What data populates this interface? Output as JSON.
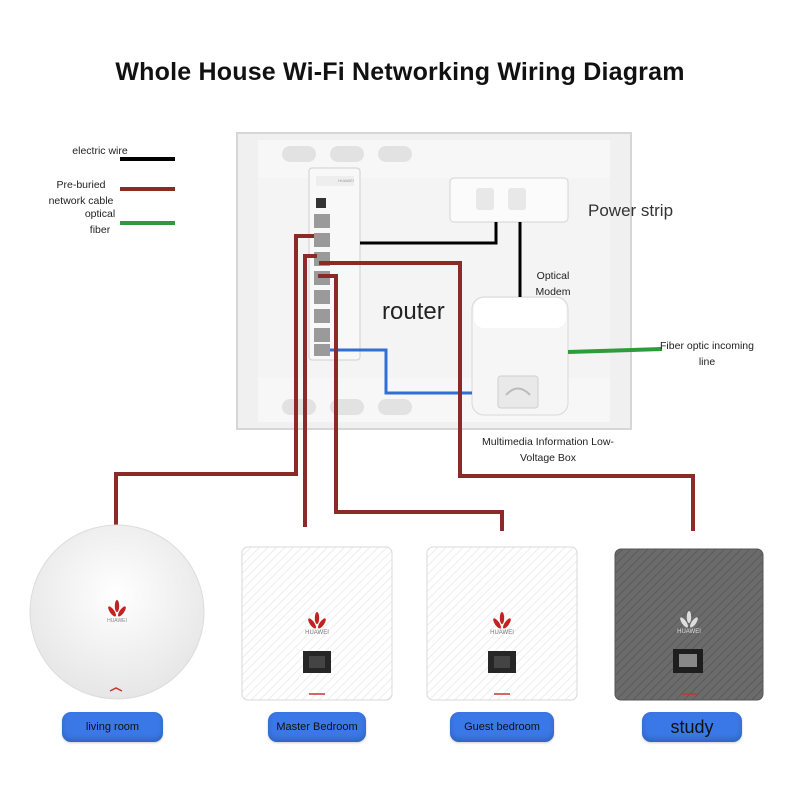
{
  "title": "Whole House Wi-Fi Networking Wiring Diagram",
  "legend": [
    {
      "label": "electric wire",
      "color": "#000000"
    },
    {
      "label": "Pre-buried network cable",
      "color": "#8b2a26"
    },
    {
      "label": "optical fiber",
      "color": "#2e9b3c"
    }
  ],
  "labels": {
    "power_strip": "Power strip",
    "optical_modem": "Optical Modem",
    "router": "router",
    "fiber_line": "Fiber optic incoming line",
    "box": "Multimedia Information Low-Voltage Box"
  },
  "brand": "HUAWEI",
  "rooms": [
    "living room",
    "Master Bedroom",
    "Guest bedroom",
    "study"
  ],
  "colors": {
    "network": "#8b2a26",
    "fiber": "#2e9b3c",
    "electric": "#000000",
    "lan": "#2f6fd6",
    "pill": "#3b78e7"
  }
}
